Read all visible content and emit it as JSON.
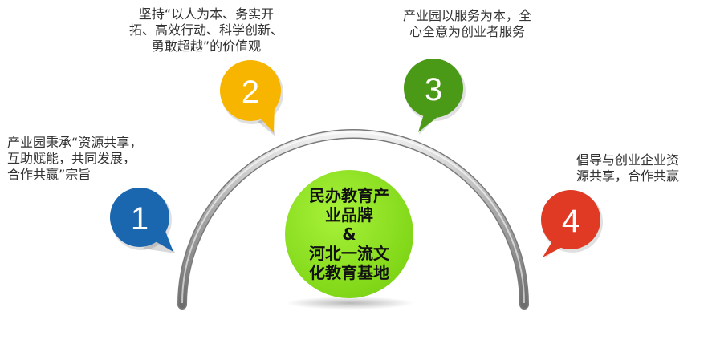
{
  "center": {
    "lines": [
      "民办教育产",
      "业品牌",
      "&",
      "河北一流文",
      "化教育基地"
    ],
    "color": "#8ee21e"
  },
  "pins": [
    {
      "number": "1",
      "color": "#1a67b0",
      "caption": [
        "产业园秉承“资源共享，",
        "互助赋能，共同发展，",
        "合作共赢”宗旨"
      ]
    },
    {
      "number": "2",
      "color": "#f7b500",
      "caption": [
        "坚持“以人为本、务实开",
        "拓、高效行动、科学创新、",
        "勇敢超越”的价值观"
      ]
    },
    {
      "number": "3",
      "color": "#4a9a17",
      "caption": [
        "产业园以服务为本，全",
        "心全意为创业者服务"
      ]
    },
    {
      "number": "4",
      "color": "#e03a24",
      "caption": [
        "倡导与创业企业资",
        "源共享，合作共赢"
      ]
    }
  ]
}
